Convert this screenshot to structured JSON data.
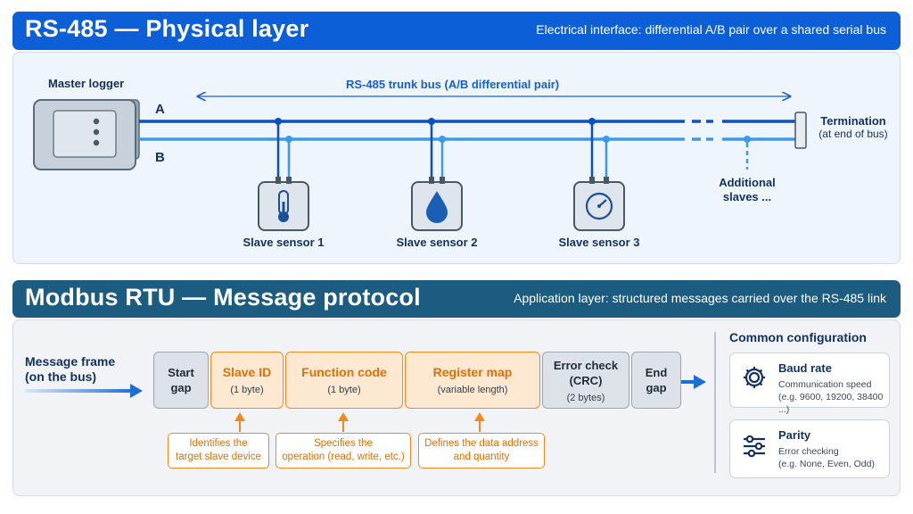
{
  "physical": {
    "title": "RS-485 — Physical layer",
    "subtitle": "Electrical interface: differential A/B pair over a shared serial bus",
    "master_label": "Master logger",
    "line_a": "A",
    "line_b": "B",
    "trunk_label": "RS-485 trunk bus (A/B differential pair)",
    "termination_line1": "Termination",
    "termination_line2": "(at end of bus)",
    "additional_line1": "Additional",
    "additional_line2": "slaves ...",
    "slaves": [
      {
        "label": "Slave sensor 1",
        "icon": "thermometer-icon"
      },
      {
        "label": "Slave sensor 2",
        "icon": "water-drop-icon"
      },
      {
        "label": "Slave sensor 3",
        "icon": "gauge-icon"
      }
    ],
    "colors": {
      "line_a": "#0d4fbf",
      "line_b": "#3d9ae6",
      "header": "#0d5fd8"
    }
  },
  "protocol": {
    "title": "Modbus RTU — Message protocol",
    "subtitle": "Application layer: structured messages carried over the RS-485 link",
    "frame_label_line1": "Message frame",
    "frame_label_line2": "(on the bus)",
    "frame": [
      {
        "title": "Start gap",
        "sub": ""
      },
      {
        "title": "Slave ID",
        "sub": "(1 byte)"
      },
      {
        "title": "Function code",
        "sub": "(1 byte)"
      },
      {
        "title": "Register map",
        "sub": "(variable length)"
      },
      {
        "title": "Error check (CRC)",
        "sub": "(2 bytes)"
      },
      {
        "title": "End gap",
        "sub": ""
      }
    ],
    "notes": [
      {
        "line1": "Identifies the",
        "line2": "target slave device"
      },
      {
        "line1": "Specifies the",
        "line2": "operation (read, write, etc.)"
      },
      {
        "line1": "Defines the data address",
        "line2": "and quantity"
      }
    ],
    "config": {
      "heading": "Common configuration",
      "items": [
        {
          "title": "Baud rate",
          "line1": "Communication speed",
          "line2": "(e.g. 9600, 19200, 38400 ...)",
          "icon": "gear-icon"
        },
        {
          "title": "Parity",
          "line1": "Error checking",
          "line2": "(e.g. None, Even, Odd)",
          "icon": "sliders-icon"
        }
      ]
    },
    "colors": {
      "header": "#1c5c80",
      "accent": "#f08a1c",
      "arrow": "#1d6fd6"
    }
  }
}
